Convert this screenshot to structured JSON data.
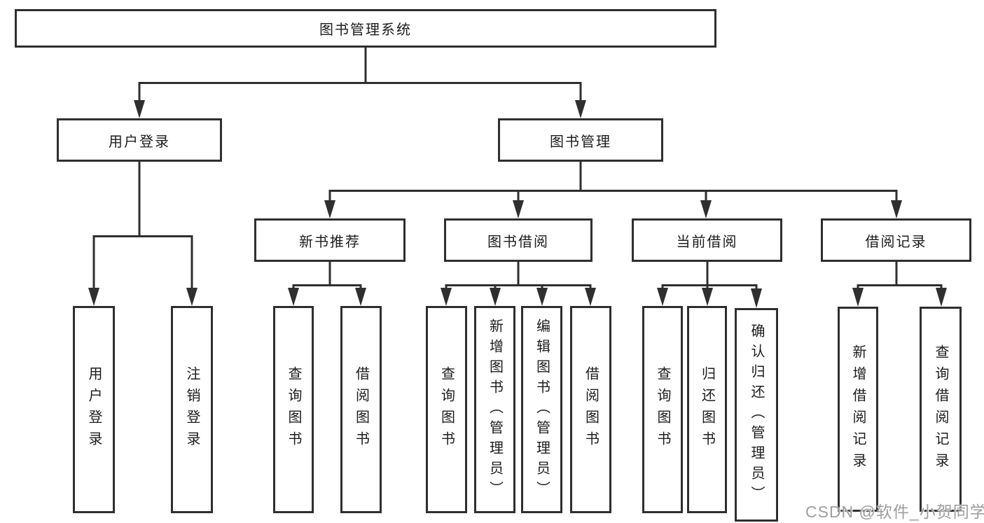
{
  "diagram": {
    "type": "hierarchy-tree",
    "watermark": "CSDN @软件_小贺同学",
    "colors": {
      "line": "#2f2f2f",
      "box_border": "#2f2f2f",
      "box_background": "#ffffff",
      "text": "#1c1c1c",
      "watermark_text": "#9e9e9e",
      "page_background": "#ffffff"
    },
    "nodes": {
      "root": "图书管理系统",
      "user_login": "用户登录",
      "book_mgmt": "图书管理",
      "new_book_rec": "新书推荐",
      "book_borrow": "图书借阅",
      "current_borrow": "当前借阅",
      "borrow_records": "借阅记录",
      "ul_login": "用户登录",
      "ul_logout": "注销登录",
      "nb_query": "查询图书",
      "nb_borrow": "借阅图书",
      "bb_query": "查询图书",
      "bb_add": "新增图书（管理员）",
      "bb_edit": "编辑图书（管理员）",
      "bb_borrow": "借阅图书",
      "cb_query": "查询图书",
      "cb_return": "归还图书",
      "cb_confirm": "确认归还（管理员）",
      "br_add": "新增借阅记录",
      "br_query": "查询借阅记录"
    },
    "hierarchy": {
      "图书管理系统": {
        "用户登录": [
          "用户登录",
          "注销登录"
        ],
        "图书管理": {
          "新书推荐": [
            "查询图书",
            "借阅图书"
          ],
          "图书借阅": [
            "查询图书",
            "新增图书（管理员）",
            "编辑图书（管理员）",
            "借阅图书"
          ],
          "当前借阅": [
            "查询图书",
            "归还图书",
            "确认归还（管理员）"
          ],
          "借阅记录": [
            "新增借阅记录",
            "查询借阅记录"
          ]
        }
      }
    }
  }
}
